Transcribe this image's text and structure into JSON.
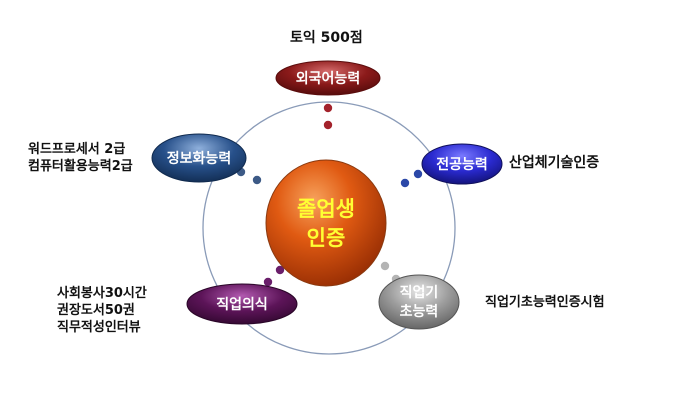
{
  "center": {
    "label_line1": "졸업생",
    "label_line2": "인증",
    "color": "#e05a12",
    "text_color": "#ffff33"
  },
  "nodes": {
    "foreign_language": {
      "label": "외국어능력",
      "color": "#8b1a1a"
    },
    "major": {
      "label": "전공능력",
      "color": "#2a2ad0"
    },
    "basic_vocational_line1": "직업기",
    "basic_vocational_line2": "초능력",
    "basic_vocational_color": "#8a8a8a",
    "work_ethic": {
      "label": "직업의식",
      "color": "#5c1458"
    },
    "information": {
      "label": "정보화능력",
      "color": "#27508a"
    }
  },
  "captions": {
    "foreign_language": "토익 500점",
    "major": "산업체기술인증",
    "basic_vocational": "직업기초능력인증시험",
    "work_ethic": [
      "사회봉사30시간",
      "권장도서50권",
      "직무적성인터뷰"
    ],
    "information": [
      "워드프로세서 2급",
      "컴퓨터활용능력2급"
    ]
  },
  "colors": {
    "ring": "#8a9bb8",
    "dot_red": "#a3222b",
    "dot_blue": "#2b48a8",
    "dot_gray": "#b4b4b4",
    "dot_purple": "#6a1e6a",
    "dot_steel": "#3c5a86"
  }
}
